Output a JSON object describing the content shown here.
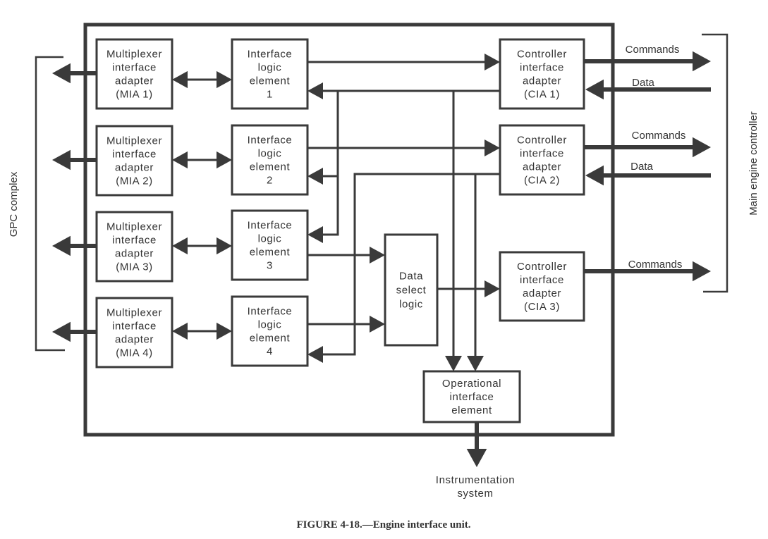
{
  "figure": {
    "caption": "FIGURE 4-18.—Engine interface unit.",
    "left_group_label": "GPC complex",
    "right_group_label": "Main engine controller",
    "output_label": [
      "Instrumentation",
      "system"
    ]
  },
  "blocks": {
    "mia": [
      {
        "lines": [
          "Multiplexer",
          "interface",
          "adapter",
          "(MIA 1)"
        ]
      },
      {
        "lines": [
          "Multiplexer",
          "interface",
          "adapter",
          "(MIA 2)"
        ]
      },
      {
        "lines": [
          "Multiplexer",
          "interface",
          "adapter",
          "(MIA 3)"
        ]
      },
      {
        "lines": [
          "Multiplexer",
          "interface",
          "adapter",
          "(MIA 4)"
        ]
      }
    ],
    "ile": [
      {
        "lines": [
          "Interface",
          "logic",
          "element",
          "1"
        ]
      },
      {
        "lines": [
          "Interface",
          "logic",
          "element",
          "2"
        ]
      },
      {
        "lines": [
          "Interface",
          "logic",
          "element",
          "3"
        ]
      },
      {
        "lines": [
          "Interface",
          "logic",
          "element",
          "4"
        ]
      }
    ],
    "cia": [
      {
        "lines": [
          "Controller",
          "interface",
          "adapter",
          "(CIA 1)"
        ]
      },
      {
        "lines": [
          "Controller",
          "interface",
          "adapter",
          "(CIA 2)"
        ]
      },
      {
        "lines": [
          "Controller",
          "interface",
          "adapter",
          "(CIA 3)"
        ]
      }
    ],
    "dsl": {
      "lines": [
        "Data",
        "select",
        "logic"
      ]
    },
    "oie": {
      "lines": [
        "Operational",
        "interface",
        "element"
      ]
    }
  },
  "signals": {
    "cia1": {
      "out": "Commands",
      "in": "Data"
    },
    "cia2": {
      "out": "Commands",
      "in": "Data"
    },
    "cia3": {
      "out": "Commands"
    }
  }
}
